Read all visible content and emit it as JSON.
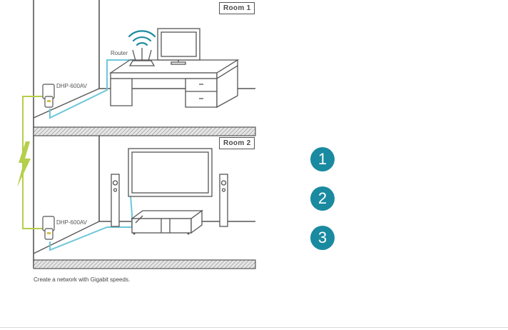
{
  "rooms": {
    "room1": "Room 1",
    "room2": "Room 2"
  },
  "devices": {
    "router": "Router",
    "adapter_top": "DHP-600AV",
    "adapter_bottom": "DHP-600AV"
  },
  "caption": "Create a network with Gigabit speeds.",
  "steps": [
    "1",
    "2",
    "3"
  ],
  "colors": {
    "teal": "#1a8aa0",
    "cable_blue": "#6ec6da",
    "power_green": "#b5cf4a",
    "line_gray": "#555555"
  }
}
